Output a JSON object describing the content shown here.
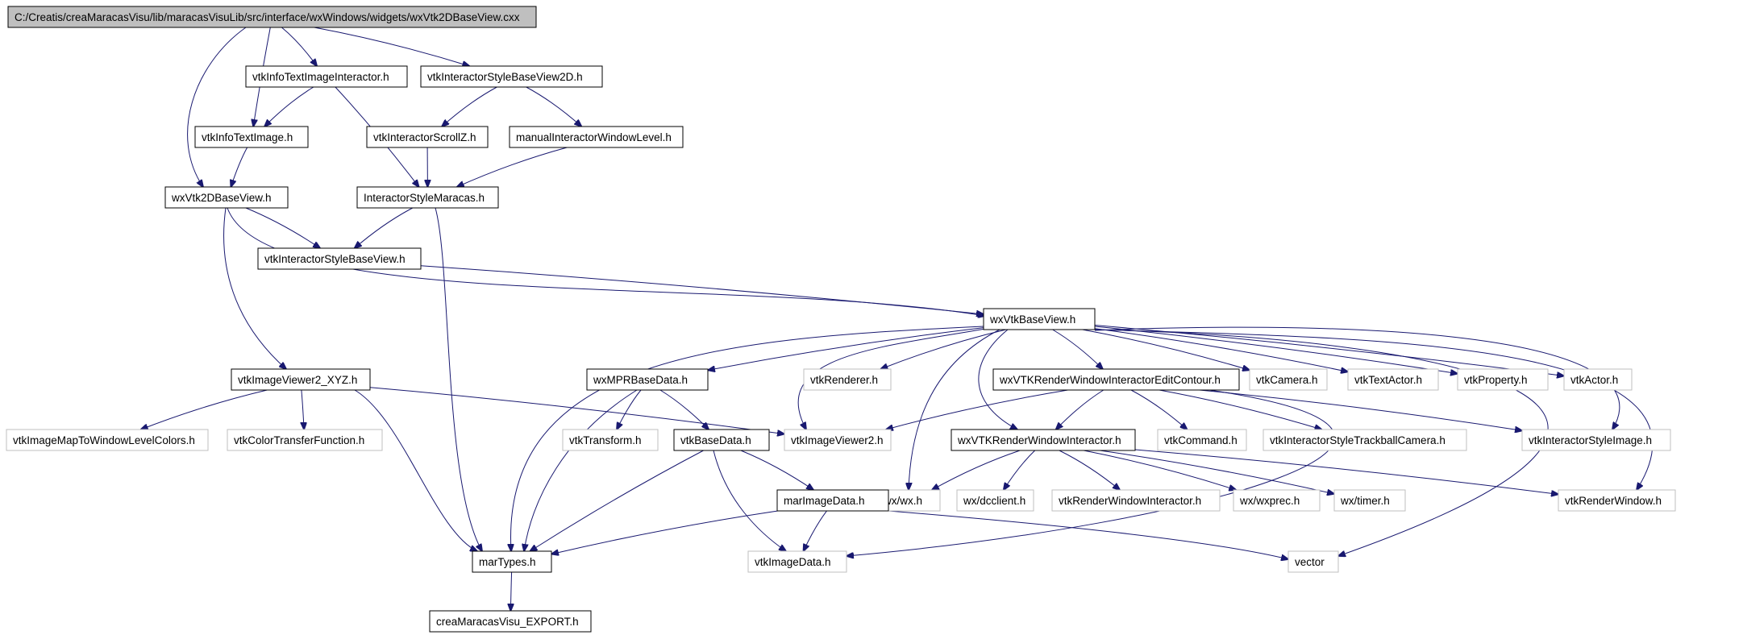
{
  "colors": {
    "edge": "#191970",
    "root_fill": "#bfbfbf",
    "documented_border": "#000000",
    "external_border": "#bfbfbf",
    "background": "#ffffff"
  },
  "graph": {
    "nodes": [
      {
        "id": "root",
        "label": "C:/Creatis/creaMaracasVisu/lib/maracasVisuLib/src/interface/wxWindows/widgets/wxVtk2DBaseView.cxx",
        "kind": "root"
      },
      {
        "id": "vtkInfoTextImageInteractor",
        "label": "vtkInfoTextImageInteractor.h",
        "kind": "documented"
      },
      {
        "id": "vtkInteractorStyleBaseView2D",
        "label": "vtkInteractorStyleBaseView2D.h",
        "kind": "documented"
      },
      {
        "id": "vtkInfoTextImage",
        "label": "vtkInfoTextImage.h",
        "kind": "documented"
      },
      {
        "id": "vtkInteractorScrollZ",
        "label": "vtkInteractorScrollZ.h",
        "kind": "documented"
      },
      {
        "id": "manualInteractorWindowLevel",
        "label": "manualInteractorWindowLevel.h",
        "kind": "documented"
      },
      {
        "id": "wxVtk2DBaseView",
        "label": "wxVtk2DBaseView.h",
        "kind": "documented"
      },
      {
        "id": "InteractorStyleMaracas",
        "label": "InteractorStyleMaracas.h",
        "kind": "documented"
      },
      {
        "id": "vtkInteractorStyleBaseView",
        "label": "vtkInteractorStyleBaseView.h",
        "kind": "documented"
      },
      {
        "id": "wxVtkBaseView",
        "label": "wxVtkBaseView.h",
        "kind": "documented"
      },
      {
        "id": "vtkImageViewer2_XYZ",
        "label": "vtkImageViewer2_XYZ.h",
        "kind": "documented"
      },
      {
        "id": "wxMPRBaseData",
        "label": "wxMPRBaseData.h",
        "kind": "documented"
      },
      {
        "id": "vtkRenderer",
        "label": "vtkRenderer.h",
        "kind": "external"
      },
      {
        "id": "wxVTKRenderWindowInteractorEditContour",
        "label": "wxVTKRenderWindowInteractorEditContour.h",
        "kind": "documented"
      },
      {
        "id": "vtkCamera",
        "label": "vtkCamera.h",
        "kind": "external"
      },
      {
        "id": "vtkTextActor",
        "label": "vtkTextActor.h",
        "kind": "external"
      },
      {
        "id": "vtkProperty",
        "label": "vtkProperty.h",
        "kind": "external"
      },
      {
        "id": "vtkActor",
        "label": "vtkActor.h",
        "kind": "external"
      },
      {
        "id": "vtkImageMapToWindowLevelColors",
        "label": "vtkImageMapToWindowLevelColors.h",
        "kind": "external"
      },
      {
        "id": "vtkColorTransferFunction",
        "label": "vtkColorTransferFunction.h",
        "kind": "external"
      },
      {
        "id": "vtkTransform",
        "label": "vtkTransform.h",
        "kind": "external"
      },
      {
        "id": "vtkBaseData",
        "label": "vtkBaseData.h",
        "kind": "documented"
      },
      {
        "id": "vtkImageViewer2",
        "label": "vtkImageViewer2.h",
        "kind": "external"
      },
      {
        "id": "wxVTKRenderWindowInteractor",
        "label": "wxVTKRenderWindowInteractor.h",
        "kind": "documented"
      },
      {
        "id": "vtkCommand",
        "label": "vtkCommand.h",
        "kind": "external"
      },
      {
        "id": "vtkInteractorStyleTrackballCamera",
        "label": "vtkInteractorStyleTrackballCamera.h",
        "kind": "external"
      },
      {
        "id": "vtkInteractorStyleImage",
        "label": "vtkInteractorStyleImage.h",
        "kind": "external"
      },
      {
        "id": "wxwx",
        "label": "wx/wx.h",
        "kind": "external"
      },
      {
        "id": "wxdcclient",
        "label": "wx/dcclient.h",
        "kind": "external"
      },
      {
        "id": "vtkRenderWindowInteractor",
        "label": "vtkRenderWindowInteractor.h",
        "kind": "external"
      },
      {
        "id": "wxwxprec",
        "label": "wx/wxprec.h",
        "kind": "external"
      },
      {
        "id": "wxtimer",
        "label": "wx/timer.h",
        "kind": "external"
      },
      {
        "id": "vtkRenderWindow",
        "label": "vtkRenderWindow.h",
        "kind": "external"
      },
      {
        "id": "marImageData",
        "label": "marImageData.h",
        "kind": "documented"
      },
      {
        "id": "marTypes",
        "label": "marTypes.h",
        "kind": "documented"
      },
      {
        "id": "vtkImageData",
        "label": "vtkImageData.h",
        "kind": "external"
      },
      {
        "id": "vector",
        "label": "vector",
        "kind": "external"
      },
      {
        "id": "creaMaracasVisu_EXPORT",
        "label": "creaMaracasVisu_EXPORT.h",
        "kind": "documented"
      }
    ],
    "edges": [
      [
        "root",
        "vtkInfoTextImageInteractor"
      ],
      [
        "root",
        "vtkInteractorStyleBaseView2D"
      ],
      [
        "root",
        "vtkInfoTextImage"
      ],
      [
        "root",
        "wxVtk2DBaseView"
      ],
      [
        "vtkInfoTextImageInteractor",
        "vtkInfoTextImage"
      ],
      [
        "vtkInfoTextImageInteractor",
        "InteractorStyleMaracas"
      ],
      [
        "vtkInteractorStyleBaseView2D",
        "vtkInteractorScrollZ"
      ],
      [
        "vtkInteractorStyleBaseView2D",
        "manualInteractorWindowLevel"
      ],
      [
        "vtkInfoTextImage",
        "wxVtk2DBaseView"
      ],
      [
        "vtkInteractorScrollZ",
        "InteractorStyleMaracas"
      ],
      [
        "manualInteractorWindowLevel",
        "InteractorStyleMaracas"
      ],
      [
        "wxVtk2DBaseView",
        "vtkInteractorStyleBaseView"
      ],
      [
        "wxVtk2DBaseView",
        "wxVtkBaseView"
      ],
      [
        "wxVtk2DBaseView",
        "vtkImageViewer2_XYZ"
      ],
      [
        "InteractorStyleMaracas",
        "vtkInteractorStyleBaseView"
      ],
      [
        "InteractorStyleMaracas",
        "marTypes"
      ],
      [
        "vtkInteractorStyleBaseView",
        "wxVtkBaseView"
      ],
      [
        "wxVtkBaseView",
        "marTypes"
      ],
      [
        "wxVtkBaseView",
        "wxMPRBaseData"
      ],
      [
        "wxVtkBaseView",
        "vtkImageViewer2"
      ],
      [
        "wxVtkBaseView",
        "vtkRenderer"
      ],
      [
        "wxVtkBaseView",
        "wxwx"
      ],
      [
        "wxVtkBaseView",
        "wxVTKRenderWindowInteractor"
      ],
      [
        "wxVtkBaseView",
        "wxVTKRenderWindowInteractorEditContour"
      ],
      [
        "wxVtkBaseView",
        "vtkCamera"
      ],
      [
        "wxVtkBaseView",
        "vtkTextActor"
      ],
      [
        "wxVtkBaseView",
        "vtkProperty"
      ],
      [
        "wxVtkBaseView",
        "vtkActor"
      ],
      [
        "wxVtkBaseView",
        "vtkInteractorStyleImage"
      ],
      [
        "wxVtkBaseView",
        "vtkRenderWindow"
      ],
      [
        "wxVtkBaseView",
        "vector"
      ],
      [
        "vtkImageViewer2_XYZ",
        "vtkImageMapToWindowLevelColors"
      ],
      [
        "vtkImageViewer2_XYZ",
        "vtkColorTransferFunction"
      ],
      [
        "vtkImageViewer2_XYZ",
        "vtkImageViewer2"
      ],
      [
        "vtkImageViewer2_XYZ",
        "marTypes"
      ],
      [
        "wxMPRBaseData",
        "vtkTransform"
      ],
      [
        "wxMPRBaseData",
        "vtkBaseData"
      ],
      [
        "wxMPRBaseData",
        "marTypes"
      ],
      [
        "wxVTKRenderWindowInteractorEditContour",
        "vtkImageViewer2"
      ],
      [
        "wxVTKRenderWindowInteractorEditContour",
        "wxVTKRenderWindowInteractor"
      ],
      [
        "wxVTKRenderWindowInteractorEditContour",
        "vtkCommand"
      ],
      [
        "wxVTKRenderWindowInteractorEditContour",
        "vtkInteractorStyleTrackballCamera"
      ],
      [
        "wxVTKRenderWindowInteractorEditContour",
        "vtkInteractorStyleImage"
      ],
      [
        "wxVTKRenderWindowInteractorEditContour",
        "vtkImageData"
      ],
      [
        "vtkBaseData",
        "marImageData"
      ],
      [
        "vtkBaseData",
        "marTypes"
      ],
      [
        "vtkBaseData",
        "vtkImageData"
      ],
      [
        "wxVTKRenderWindowInteractor",
        "wxwx"
      ],
      [
        "wxVTKRenderWindowInteractor",
        "wxdcclient"
      ],
      [
        "wxVTKRenderWindowInteractor",
        "vtkRenderWindowInteractor"
      ],
      [
        "wxVTKRenderWindowInteractor",
        "wxwxprec"
      ],
      [
        "wxVTKRenderWindowInteractor",
        "wxtimer"
      ],
      [
        "wxVTKRenderWindowInteractor",
        "vtkRenderWindow"
      ],
      [
        "marImageData",
        "marTypes"
      ],
      [
        "marImageData",
        "vtkImageData"
      ],
      [
        "marImageData",
        "vector"
      ],
      [
        "marTypes",
        "creaMaracasVisu_EXPORT"
      ]
    ]
  }
}
